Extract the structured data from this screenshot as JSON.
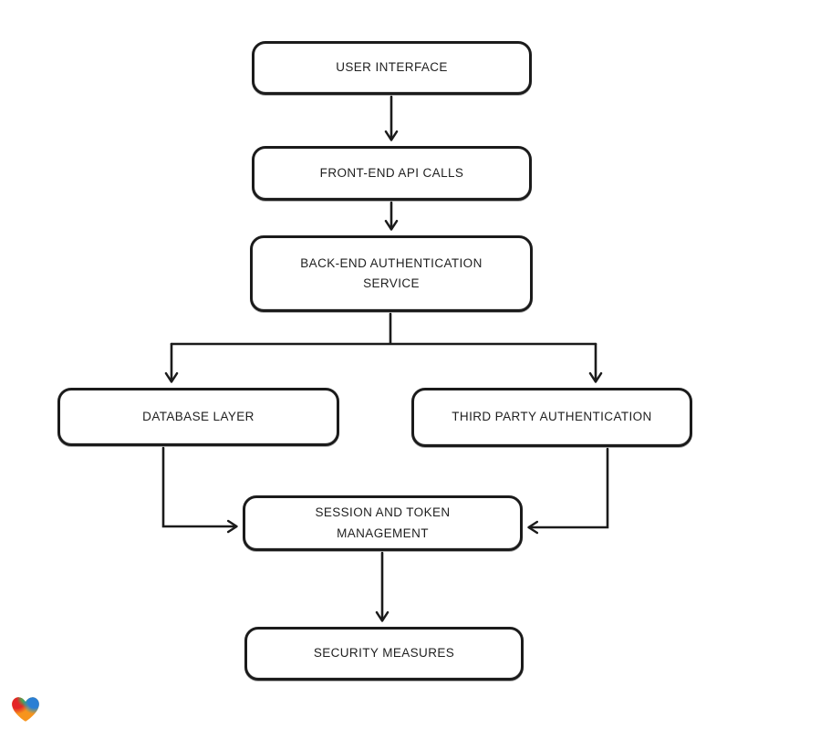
{
  "page": {
    "background_color": "#ffffff"
  },
  "diagram": {
    "type": "flowchart",
    "style": "hand-drawn",
    "stroke_color": "#1b1b1b",
    "node_fill_color": "#ffffff",
    "nodes": [
      {
        "id": "user-interface",
        "label": "USER INTERFACE"
      },
      {
        "id": "front-end-api-calls",
        "label": "FRONT-END API CALLS"
      },
      {
        "id": "back-end-authentication-service",
        "label": "BACK-END AUTHENTICATION SERVICE"
      },
      {
        "id": "database-layer",
        "label": "DATABASE LAYER"
      },
      {
        "id": "third-party-authentication",
        "label": "THIRD PARTY AUTHENTICATION"
      },
      {
        "id": "session-and-token-management",
        "label": "SESSION AND TOKEN MANAGEMENT"
      },
      {
        "id": "security-measures",
        "label": "SECURITY MEASURES"
      }
    ],
    "edges": [
      {
        "from": "user-interface",
        "to": "front-end-api-calls"
      },
      {
        "from": "front-end-api-calls",
        "to": "back-end-authentication-service"
      },
      {
        "from": "back-end-authentication-service",
        "to": "database-layer"
      },
      {
        "from": "back-end-authentication-service",
        "to": "third-party-authentication"
      },
      {
        "from": "database-layer",
        "to": "session-and-token-management"
      },
      {
        "from": "third-party-authentication",
        "to": "session-and-token-management"
      },
      {
        "from": "session-and-token-management",
        "to": "security-measures"
      }
    ]
  },
  "logo": {
    "icon": "gradient-heart-logo",
    "colors": {
      "red": "#e42527",
      "green": "#4da64f",
      "blue": "#2a7fd4",
      "teal": "#18a0c6",
      "orange": "#f7941d"
    }
  }
}
